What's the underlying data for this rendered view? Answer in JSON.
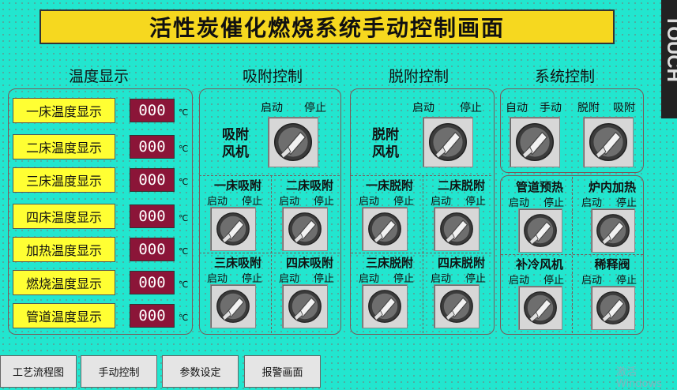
{
  "title": "活性炭催化燃烧系统手动控制画面",
  "side_label": "TOUCH",
  "watermark": "激活 Windows",
  "sections": {
    "temperature": "温度显示",
    "adsorption": "吸附控制",
    "desorption": "脱附控制",
    "system": "系统控制"
  },
  "temperatures": [
    {
      "label": "一床温度显示",
      "value": "000",
      "unit": "℃"
    },
    {
      "label": "二床温度显示",
      "value": "000",
      "unit": "℃"
    },
    {
      "label": "三床温度显示",
      "value": "000",
      "unit": "℃"
    },
    {
      "label": "四床温度显示",
      "value": "000",
      "unit": "℃"
    },
    {
      "label": "加热温度显示",
      "value": "000",
      "unit": "℃"
    },
    {
      "label": "燃烧温度显示",
      "value": "000",
      "unit": "℃"
    },
    {
      "label": "管道温度显示",
      "value": "000",
      "unit": "℃"
    }
  ],
  "labels": {
    "start": "启动",
    "stop": "停止",
    "auto": "自动",
    "manual": "手动",
    "desorb": "脱附",
    "adsorb": "吸附"
  },
  "adsorption": {
    "fan": "吸附\n风机",
    "beds": [
      "一床吸附",
      "二床吸附",
      "三床吸附",
      "四床吸附"
    ]
  },
  "desorption": {
    "fan": "脱附\n风机",
    "beds": [
      "一床脱附",
      "二床脱附",
      "三床脱附",
      "四床脱附"
    ]
  },
  "system": {
    "items": [
      "管道预热",
      "炉内加热",
      "补冷风机",
      "稀释阀"
    ]
  },
  "nav": [
    "工艺流程图",
    "手动控制",
    "参数设定",
    "报警画面"
  ],
  "colors": {
    "background": "#22e6cf",
    "title_bg": "#f6d81f",
    "label_bg": "#ffff33",
    "value_bg": "#8b1538"
  }
}
